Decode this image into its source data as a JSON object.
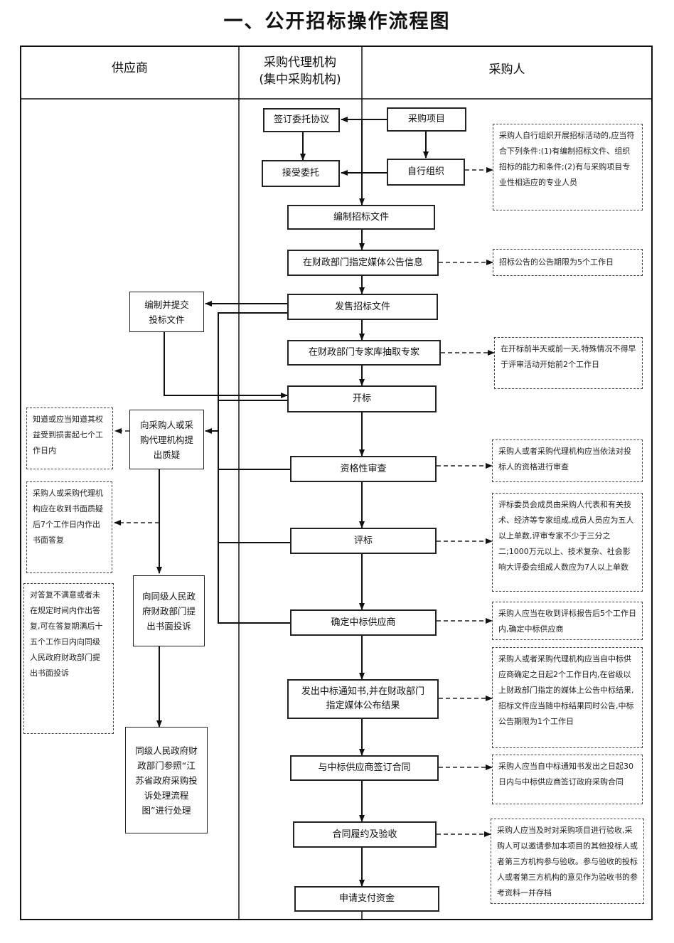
{
  "title": "一、公开招标操作流程图",
  "columns": {
    "supplier": "供应商",
    "agency_line1": "采购代理机构",
    "agency_line2": "(集中采购机构)",
    "purchaser": "采购人"
  },
  "boxes": {
    "sign_agreement": "签订委托协议",
    "purchase_project": "采购项目",
    "accept_entrust": "接受委托",
    "self_organize": "自行组织",
    "compile_docs": "编制招标文件",
    "announce": "在财政部门指定媒体公告信息",
    "sell_docs": "发售招标文件",
    "prepare_bid": "编制并提交投标文件",
    "draw_experts": "在财政部门专家库抽取专家",
    "open_bid": "开标",
    "raise_query": "向采购人或采购代理机构提出质疑",
    "qualification": "资格性审查",
    "evaluate": "评标",
    "complaint": "向同级人民政府财政部门提出书面投诉",
    "determine_winner": "确定中标供应商",
    "notify": "发出中标通知书,并在财政部门指定媒体公布结果",
    "process": "同级人民政府财政部门参照“江苏省政府采购投诉处理流程图”进行处理",
    "sign_contract": "与中标供应商签订合同",
    "acceptance": "合同履约及验收",
    "payment": "申请支付资金"
  },
  "notes": {
    "self_org": "采购人自行组织开展招标活动的,应当符合下列条件:(1)有编制招标文件、组织招标的能力和条件;(2)有与采购项目专业性相适应的专业人员",
    "announce_period": "招标公告的公告期限为5个工作日",
    "expert_time": "在开标前半天或前一天,特殊情况不得早于评审活动开始前2个工作日",
    "query_time": "知道或应当知道其权益受到损害起七个工作日内",
    "qualification_note": "采购人或者采购代理机构应当依法对投标人的资格进行审查",
    "reply_time": "采购人或采购代理机构应在收到书面质疑后7个工作日内作出书面答复",
    "committee": "评标委员会成员由采购人代表和有关技术、经济等专家组成,成员人员应为五人以上单数,评审专家不少于三分之二;1000万元以上、技术复杂、社会影响大评委会组成人数应为7人以上单数",
    "complaint_time": "对答复不满意或者未在规定时间内作出答复,可在答复期满后十五个工作日内向同级人民政府财政部门提出书面投诉",
    "winner_time": "采购人应当在收到评标报告后5个工作日内,确定中标供应商",
    "publish": "采购人或者采购代理机构应当自中标供应商确定之日起2个工作日内,在省级以上财政部门指定的媒体上公告中标结果,招标文件应当随中标结果同时公告,中标公告期限为1个工作日",
    "contract_time": "采购人应当自中标通知书发出之日起30日内与中标供应商签订政府采购合同",
    "acceptance_note": "采购人应当及时对采购项目进行验收,采购人可以邀请参加本项目的其他投标人或者第三方机构参与验收。参与验收的投标人或者第三方机构的意见作为验收书的参考资料一并存档"
  }
}
